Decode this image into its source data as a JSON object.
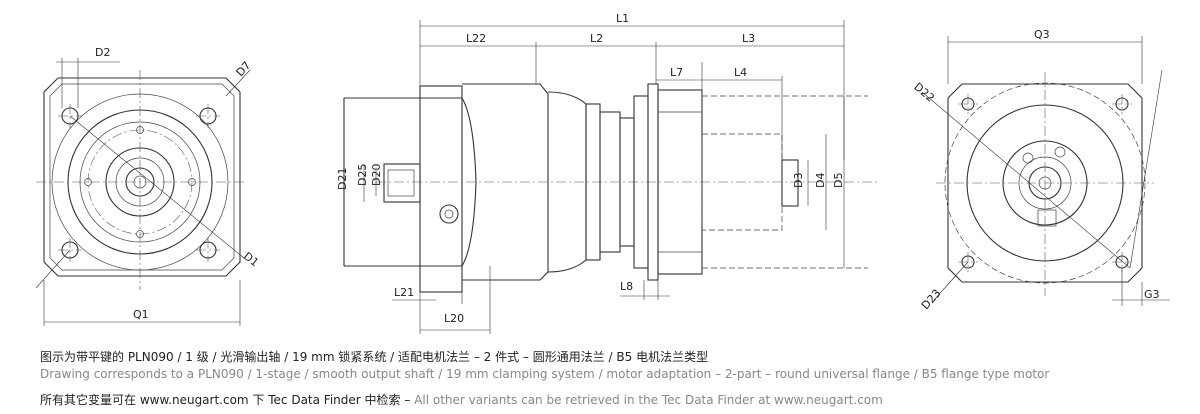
{
  "labels": {
    "d2": "D2",
    "d7": "D7",
    "d1": "D1",
    "q1": "Q1",
    "l1": "L1",
    "l22": "L22",
    "l2": "L2",
    "l3": "L3",
    "l7": "L7",
    "l4": "L4",
    "d21": "D21",
    "d25": "D25",
    "d20": "D20",
    "d3": "D3",
    "d4": "D4",
    "d5": "D5",
    "l21": "L21",
    "l20": "L20",
    "l8": "L8",
    "q3": "Q3",
    "d22": "D22",
    "d23": "D23",
    "g3": "G3"
  },
  "caption": {
    "zh": "图示为带平键的 PLN090 / 1 级 / 光滑输出轴 / 19 mm 锁紧系统 / 适配电机法兰 – 2 件式 – 圆形通用法兰 / B5 电机法兰类型",
    "en": "Drawing corresponds to a PLN090 / 1-stage / smooth output shaft / 19 mm clamping system / motor adaptation – 2-part – round universal flange / B5 flange type motor",
    "link_zh": "所有其它变量可在 www.neugart.com 下 Tec Data Finder 中检索 –",
    "link_en": "All other variants can be retrieved in the Tec Data Finder at www.neugart.com"
  }
}
